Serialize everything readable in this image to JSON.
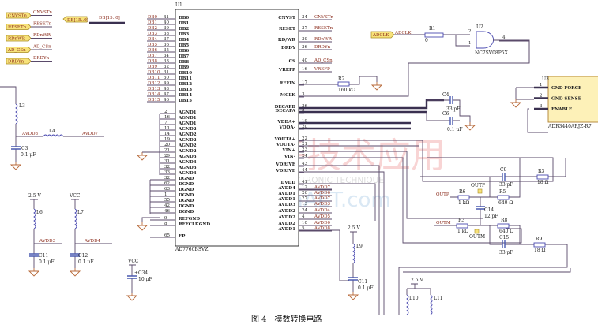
{
  "caption": "图 4　模数转换电路",
  "ports": [
    {
      "label": "CNVSTn",
      "net": "CNVSTn"
    },
    {
      "label": "RESETn",
      "net": "RESETn"
    },
    {
      "label": "RDnWR",
      "net": "RDnWR"
    },
    {
      "label": "AD_CSn",
      "net": "AD_CSn"
    },
    {
      "label": "DRDYn",
      "net": "DRDYn"
    }
  ],
  "bus": {
    "port": "DB[15..0]",
    "net": "DB[15..0]"
  },
  "u1": {
    "ref": "U1",
    "part": "AD7760BSVZ",
    "left_db": [
      {
        "net": "DB0",
        "pin": "41",
        "name": "DB0"
      },
      {
        "net": "DB1",
        "pin": "40",
        "name": "DB1"
      },
      {
        "net": "DB2",
        "pin": "39",
        "name": "DB2"
      },
      {
        "net": "DB3",
        "pin": "38",
        "name": "DB3"
      },
      {
        "net": "DB4",
        "pin": "37",
        "name": "DB4"
      },
      {
        "net": "DB5",
        "pin": "36",
        "name": "DB5"
      },
      {
        "net": "DB6",
        "pin": "35",
        "name": "DB6"
      },
      {
        "net": "DB7",
        "pin": "34",
        "name": "DB7"
      },
      {
        "net": "DB8",
        "pin": "33",
        "name": "DB8"
      },
      {
        "net": "DB9",
        "pin": "32",
        "name": "DB9"
      },
      {
        "net": "DB10",
        "pin": "31",
        "name": "DB10"
      },
      {
        "net": "DB11",
        "pin": "50",
        "name": "DB11"
      },
      {
        "net": "DB12",
        "pin": "49",
        "name": "DB12"
      },
      {
        "net": "DB13",
        "pin": "48",
        "name": "DB13"
      },
      {
        "net": "DB14",
        "pin": "47",
        "name": "DB14"
      },
      {
        "net": "DB15",
        "pin": "46",
        "name": "DB15"
      }
    ],
    "left_gnd": [
      {
        "pin": "2",
        "name": "AGND1"
      },
      {
        "pin": "16",
        "name": "AGND1"
      },
      {
        "pin": "7",
        "name": "AGND1"
      },
      {
        "pin": "11",
        "name": "AGND2"
      },
      {
        "pin": "14",
        "name": "AGND2"
      },
      {
        "pin": "19",
        "name": "AGND2"
      },
      {
        "pin": "20",
        "name": "AGND2"
      },
      {
        "pin": "21",
        "name": "AGND2"
      },
      {
        "pin": "29",
        "name": "AGND3"
      },
      {
        "pin": "31",
        "name": "AGND3"
      },
      {
        "pin": "32",
        "name": "AGND3"
      },
      {
        "pin": "33",
        "name": "AGND3"
      },
      {
        "pin": "32",
        "name": "DGND"
      },
      {
        "pin": "62",
        "name": "DGND"
      },
      {
        "pin": "63",
        "name": "DGND"
      },
      {
        "pin": "1",
        "name": "DGND"
      },
      {
        "pin": "55",
        "name": "DGND"
      },
      {
        "pin": "42",
        "name": "DGND"
      },
      {
        "pin": "46",
        "name": "DGND"
      },
      {
        "pin": "9",
        "name": "REFGND"
      },
      {
        "pin": "8",
        "name": "REFCLKGND"
      },
      {
        "pin": "65",
        "name": "EP"
      }
    ],
    "right": [
      {
        "name": "CNVST",
        "pin": "34",
        "net": "CNVSTn"
      },
      {
        "name": "RESET",
        "pin": "37",
        "net": "RESETn"
      },
      {
        "name": "RD/WR",
        "pin": "39",
        "net": "RDnWR"
      },
      {
        "name": "DRDY",
        "pin": "36",
        "net": "DRDYn"
      },
      {
        "name": "CS",
        "pin": "40",
        "net": "AD_CSn"
      },
      {
        "name": "VREFP",
        "pin": "16",
        "net": "VREFP"
      },
      {
        "name": "REFIN",
        "pin": "17",
        "net": ""
      },
      {
        "name": "MCLK",
        "pin": "3",
        "net": ""
      },
      {
        "name": "DECAPB",
        "pin": "36",
        "net": ""
      },
      {
        "name": "DECAPA",
        "pin": "8",
        "net": ""
      },
      {
        "name": "VDDA+",
        "pin": "19",
        "net": ""
      },
      {
        "name": "VDDA-",
        "pin": "20",
        "net": ""
      },
      {
        "name": "VOUTA+",
        "pin": "22",
        "net": ""
      },
      {
        "name": "VOUTA-",
        "pin": "21",
        "net": ""
      },
      {
        "name": "VIN+",
        "pin": "23",
        "net": ""
      },
      {
        "name": "VIN-",
        "pin": "24",
        "net": ""
      },
      {
        "name": "VDRIVE",
        "pin": "43",
        "net": ""
      },
      {
        "name": "VDRIVE",
        "pin": "44",
        "net": ""
      },
      {
        "name": "DVDD",
        "pin": "41",
        "net": ""
      },
      {
        "name": "AVDD4",
        "pin": "12",
        "net": "AVDD7"
      },
      {
        "name": "AVDD1",
        "pin": "26",
        "net": "AVDD6"
      },
      {
        "name": "AVDD1",
        "pin": "27",
        "net": "AVDD7"
      },
      {
        "name": "AVDD3",
        "pin": "13",
        "net": "AVDD3"
      },
      {
        "name": "AVDD2",
        "pin": "24",
        "net": "AVDD4"
      },
      {
        "name": "AVDD2",
        "pin": "4",
        "net": "AVDD5"
      },
      {
        "name": "AVDD2",
        "pin": "10",
        "net": "AVDD0"
      },
      {
        "name": "AVDD1",
        "pin": "5",
        "net": "AVDD8"
      }
    ]
  },
  "r2": {
    "ref": "R2",
    "value": "160 kΩ"
  },
  "adclk": {
    "port": "ADCLK",
    "net": "ADCLK"
  },
  "r1": {
    "ref": "R1",
    "value": "0"
  },
  "u2": {
    "ref": "U2",
    "part": "NC7SV08P5X",
    "pin_a": "2",
    "pin_b": "1",
    "pin_y": "4"
  },
  "u3": {
    "ref": "U3",
    "part": "ADR3440ARJZ-R7",
    "pins": [
      {
        "pin": "1",
        "name": "GND FORCE"
      },
      {
        "pin": "2",
        "name": "GND SENSE"
      },
      {
        "pin": "3",
        "name": "ENABLE"
      }
    ]
  },
  "c4": {
    "ref": "C4",
    "value": "33 pF"
  },
  "c6": {
    "ref": "C6",
    "value": "0.1 μF"
  },
  "l3": {
    "ref": "L3"
  },
  "l4": {
    "ref": "L4"
  },
  "c3": {
    "ref": "C3",
    "value": "0.1 μF"
  },
  "avdd_nets": {
    "a": "AVDD8",
    "b": "AVDD7",
    "c": "AVDD3",
    "d": "AVDD4"
  },
  "l6": {
    "ref": "L6",
    "supply": "2.5 V"
  },
  "l7": {
    "ref": "L7",
    "supply": "VCC"
  },
  "c11": {
    "ref": "C11",
    "value": "0.1 μF"
  },
  "c12": {
    "ref": "C12",
    "value": "0.1 μF"
  },
  "c34": {
    "ref": "+C34",
    "value": "10 μF",
    "supply": "VCC"
  },
  "l9": {
    "ref": "L9",
    "supply": "2.5 V"
  },
  "c11b": {
    "ref": "C11",
    "value": "0.1 μF"
  },
  "l10": {
    "ref": "L10",
    "supply": "2.5 V"
  },
  "l11": {
    "ref": "L11"
  },
  "filter": {
    "c9": {
      "ref": "C9",
      "value": "33 pF"
    },
    "r3a": {
      "ref": "R3",
      "value": "18 Ω"
    },
    "r6": {
      "ref": "R6",
      "value": "1 kΩ"
    },
    "r5": {
      "ref": "R5",
      "value": "640 Ω"
    },
    "c14": {
      "ref": "C14",
      "value": "12 pF"
    },
    "r3b": {
      "ref": "R3",
      "value": "1 kΩ"
    },
    "r8": {
      "ref": "R8",
      "value": "640 Ω"
    },
    "c15": {
      "ref": "C15",
      "value": "33 pF"
    },
    "r9": {
      "ref": "R9",
      "value": "18 Ω"
    },
    "outp": "OUTP",
    "outp_tp": "OUTP",
    "outm": "OUTM",
    "outm_tp": "OUTM"
  },
  "watermark": {
    "cn": "电子技术应用",
    "en": "APPLICATION OF ELECTRONIC TECHNIQUE",
    "url": "www.ChinaAET.com"
  },
  "colors": {
    "wire": "#5a4a6a",
    "net": "#8a2a1a",
    "port": "#f7e27a",
    "component": "#4a4ab0",
    "ground": "#b86a3a"
  }
}
